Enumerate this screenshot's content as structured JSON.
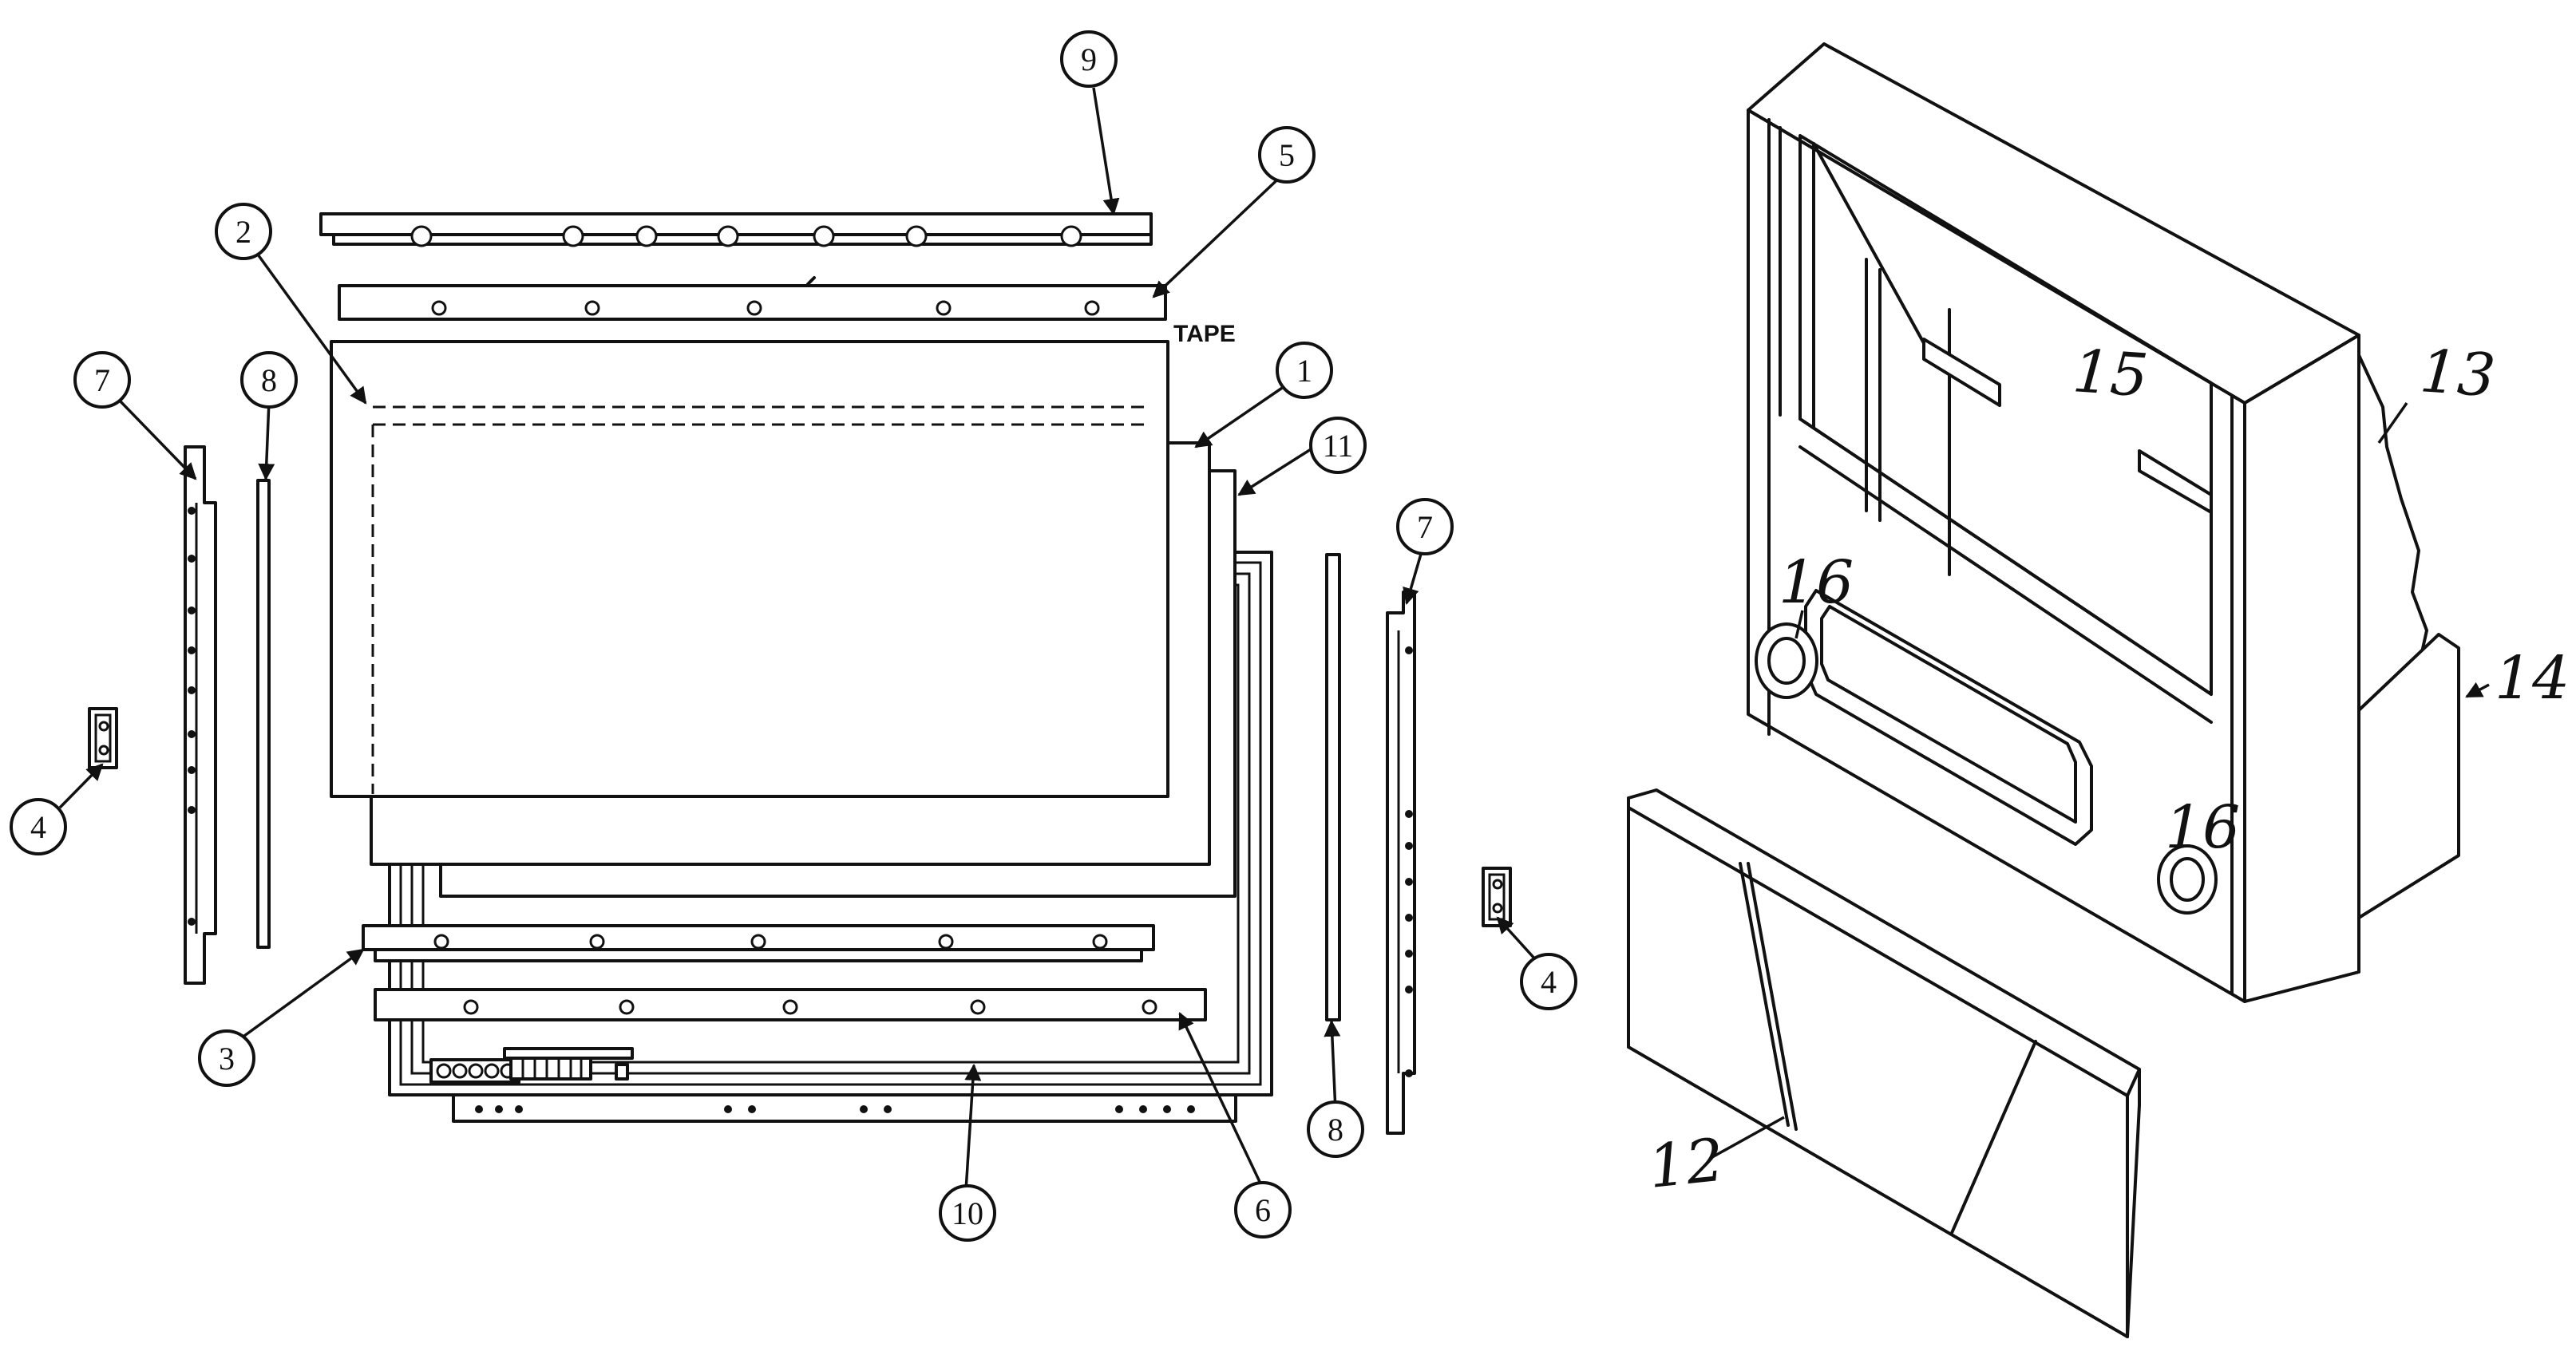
{
  "callouts": [
    "1",
    "2",
    "3",
    "4",
    "5",
    "6",
    "7",
    "8",
    "9",
    "10",
    "11"
  ],
  "handwritten_labels": [
    "12",
    "13",
    "14",
    "15",
    "16"
  ],
  "tape_label": "TAPE"
}
